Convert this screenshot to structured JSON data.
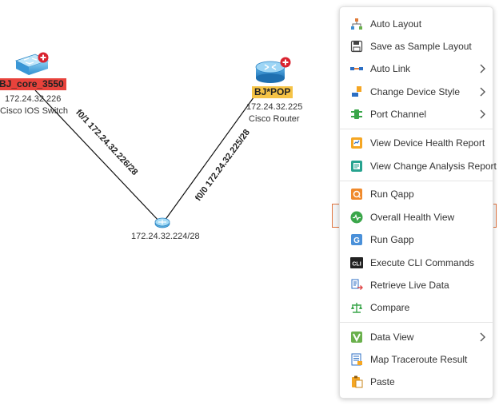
{
  "topology": {
    "devices": [
      {
        "id": "bj_core",
        "name": "BJ_core_3550",
        "ip": "172.24.32.226",
        "type": "Cisco IOS Switch",
        "label_color": "#e8423b",
        "icon": "switch-icon"
      },
      {
        "id": "bj_pop",
        "name": "BJ*POP",
        "ip": "172.24.32.225",
        "type": "Cisco Router",
        "label_color": "#f5c346",
        "icon": "router-icon"
      }
    ],
    "lan": {
      "name": "172.24.32.224/28",
      "icon": "lan-hub-icon"
    },
    "links": [
      {
        "label": "f0/1 172.24.32.226/28"
      },
      {
        "label": "f0/0 172.24.32.225/28"
      }
    ]
  },
  "context_menu": {
    "items": [
      {
        "label": "Auto Layout",
        "icon": "auto-layout-icon",
        "has_submenu": false
      },
      {
        "label": "Save as Sample Layout",
        "icon": "save-icon",
        "has_submenu": false
      },
      {
        "label": "Auto Link",
        "icon": "auto-link-icon",
        "has_submenu": true
      },
      {
        "label": "Change Device Style",
        "icon": "device-style-icon",
        "has_submenu": true
      },
      {
        "label": "Port Channel",
        "icon": "port-channel-icon",
        "has_submenu": true
      },
      {
        "label": "View Device Health Report",
        "icon": "health-report-icon",
        "has_submenu": false
      },
      {
        "label": "View Change Analysis Report",
        "icon": "change-analysis-icon",
        "has_submenu": false
      },
      {
        "label": "Run Qapp",
        "icon": "qapp-icon",
        "has_submenu": false
      },
      {
        "label": "Overall Health View",
        "icon": "health-view-icon",
        "has_submenu": false,
        "highlighted": true
      },
      {
        "label": "Run Gapp",
        "icon": "gapp-icon",
        "has_submenu": false
      },
      {
        "label": "Execute CLI Commands",
        "icon": "cli-icon",
        "has_submenu": false
      },
      {
        "label": "Retrieve Live Data",
        "icon": "live-data-icon",
        "has_submenu": false
      },
      {
        "label": "Compare",
        "icon": "compare-icon",
        "has_submenu": false
      },
      {
        "label": "Data View",
        "icon": "data-view-icon",
        "has_submenu": true
      },
      {
        "label": "Map Traceroute Result",
        "icon": "traceroute-icon",
        "has_submenu": false
      },
      {
        "label": "Paste",
        "icon": "paste-icon",
        "has_submenu": false
      }
    ],
    "cli_icon_text": "CLI",
    "highlight_color": "#e0743e"
  }
}
